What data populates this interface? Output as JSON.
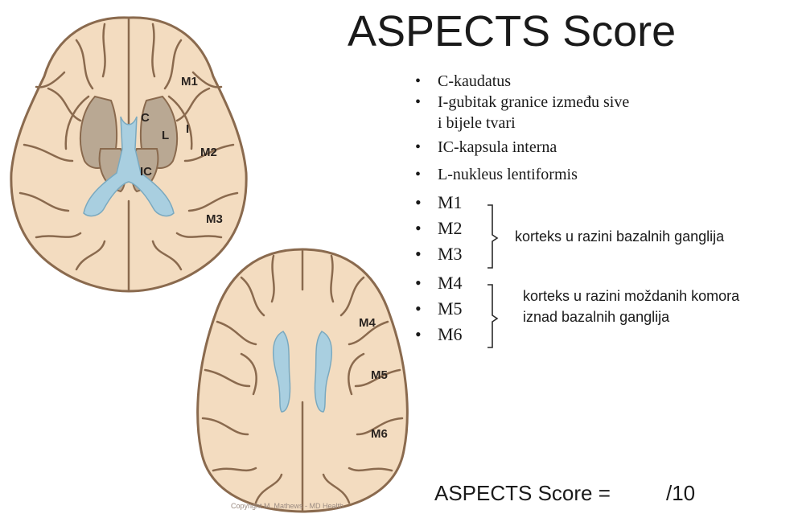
{
  "slide": {
    "title": "ASPECTS Score",
    "bullets": [
      "C-kaudatus",
      "I-gubitak granice između sive",
      "i bijele tvari",
      "IC-kapsula interna",
      "L-nukleus lentiformis"
    ],
    "m_items_basal": [
      "M1",
      "M2",
      "M3"
    ],
    "m_items_upper": [
      "M4",
      "M5",
      "M6"
    ],
    "basal_note": "korteks u razini bazalnih ganglija",
    "upper_note_line1": "korteks u razini moždanih komora",
    "upper_note_line2": "iznad bazalnih  ganglija",
    "score_label": "ASPECTS Score =",
    "score_total": "/10"
  },
  "diagram_labels": {
    "upper_brain": {
      "m1": "M1",
      "c": "C",
      "l": "L",
      "i": "I",
      "m2": "M2",
      "ic": "IC",
      "m3": "M3"
    },
    "lower_brain": {
      "m4": "M4",
      "m5": "M5",
      "m6": "M6"
    },
    "watermark": "Copyright M. Mathews - MD Health"
  },
  "colors": {
    "brain_fill": "#f3dcc0",
    "brain_outline": "#8a6a4e",
    "gray_matter": "#b9a893",
    "ventricle": "#a9cfe0"
  }
}
